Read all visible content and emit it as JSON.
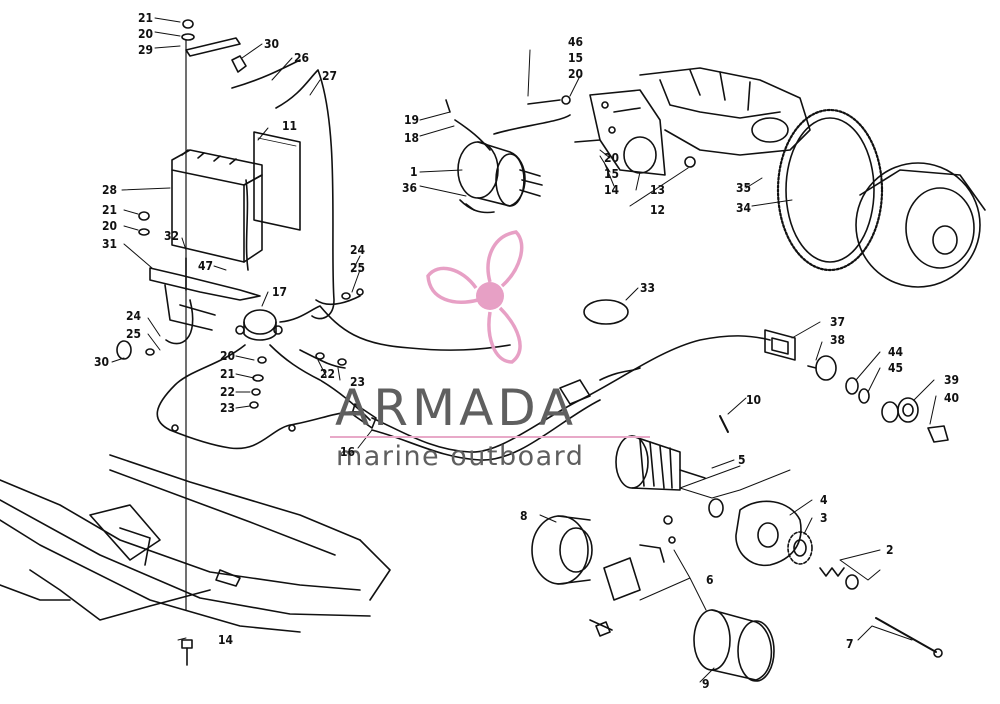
{
  "watermark": {
    "title": "ARMADA",
    "subtitle": "marine outboard",
    "logo_color": "#e69bc2",
    "text_color": "#5f5f5f"
  },
  "callouts": {
    "c21a": "21",
    "c20a": "20",
    "c29": "29",
    "c30a": "30",
    "c26": "26",
    "c27": "27",
    "c11": "11",
    "c28": "28",
    "c21b": "21",
    "c20b": "20",
    "c32": "32",
    "c31": "31",
    "c47": "47",
    "c24a": "24",
    "c25a": "25",
    "c17": "17",
    "c24b": "24",
    "c25b": "25",
    "c30b": "30",
    "c20c": "20",
    "c21c": "21",
    "c22a": "22",
    "c23a": "23",
    "c22b": "22",
    "c23b": "23",
    "c16": "16",
    "c14a": "14",
    "c46": "46",
    "c15a": "15",
    "c20d": "20",
    "c19": "19",
    "c18": "18",
    "c1": "1",
    "c36": "36",
    "c20e": "20",
    "c15b": "15",
    "c14b": "14",
    "c13": "13",
    "c12": "12",
    "c35": "35",
    "c34": "34",
    "c33": "33",
    "c37": "37",
    "c38": "38",
    "c44": "44",
    "c45": "45",
    "c39": "39",
    "c40": "40",
    "c10": "10",
    "c5": "5",
    "c4": "4",
    "c3": "3",
    "c2": "2",
    "c8": "8",
    "c6": "6",
    "c7": "7",
    "c9": "9"
  }
}
